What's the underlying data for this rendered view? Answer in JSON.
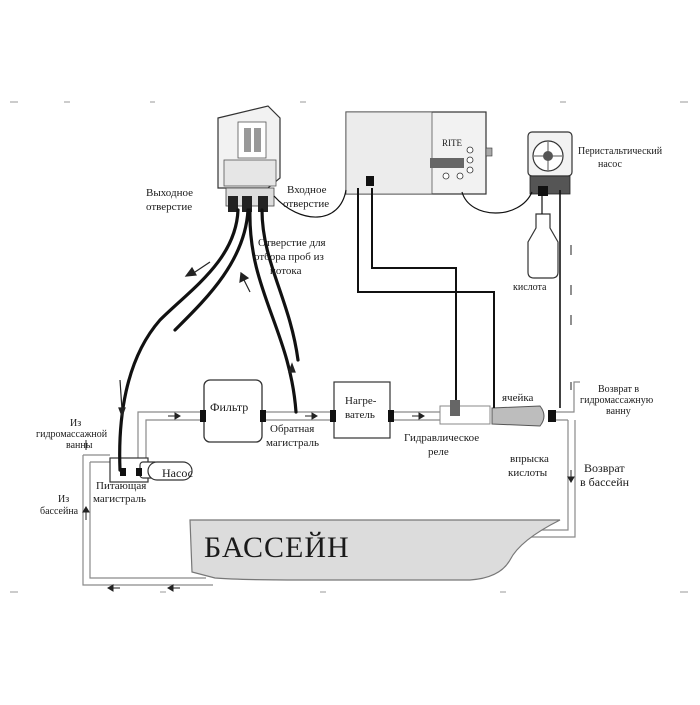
{
  "labels": {
    "outlet": [
      "Выходное",
      "отверстие"
    ],
    "inlet": [
      "Входное",
      "отверстие"
    ],
    "sample_port": [
      "Отверстие для",
      "отбора проб из",
      "потока"
    ],
    "peristaltic_pump": [
      "Перистальтический",
      "насос"
    ],
    "acid": "кислота",
    "from_spa": [
      "Из",
      "гидромассажной",
      "ванны"
    ],
    "filter": "Фильтр",
    "heater": [
      "Нагре-",
      "ватель"
    ],
    "return_line": [
      "Обратная",
      "магистраль"
    ],
    "flow_switch": [
      "Гидравлическое",
      "реле"
    ],
    "cell": "ячейка",
    "acid_injection": [
      "впрыска",
      "кислоты"
    ],
    "return_to_spa": [
      "Возврат в",
      "гидромассажную",
      "ванну"
    ],
    "return_to_pool": [
      "Возврат",
      "в бассейн"
    ],
    "pump": "Насос",
    "supply_line": [
      "Питающая",
      "магистраль"
    ],
    "from_pool": [
      "Из",
      "бассейна"
    ],
    "pool": "БАССЕЙН",
    "controller_brand": "RITE"
  },
  "colors": {
    "line": "#111111",
    "pipe_fill": "#ffffff",
    "pipe_stroke": "#8a8a8a",
    "pool_fill": "#dcdcdc",
    "device_fill": "#f2f2f2"
  }
}
